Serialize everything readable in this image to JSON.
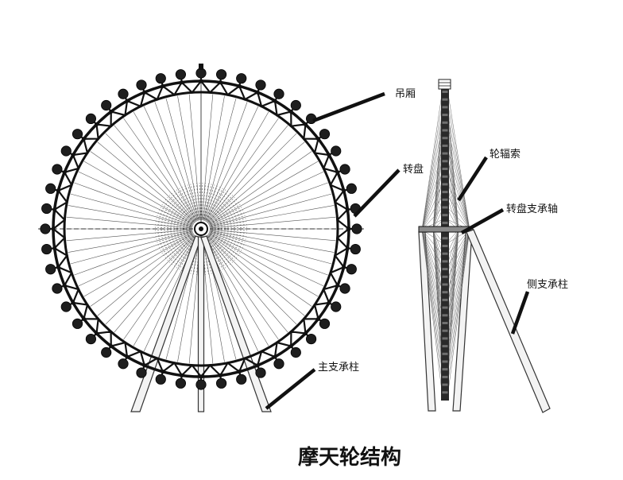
{
  "title": "摩天轮结构",
  "front_view": {
    "labels": {
      "gondola": "吊厢",
      "turntable": "转盘",
      "main_support_column": "主支承柱"
    }
  },
  "side_view": {
    "labels": {
      "spoke_cable": "轮辐索",
      "turntable_axle": "转盘支承轴",
      "side_support_column": "侧支承柱"
    }
  },
  "colors": {
    "line": "#111111",
    "background": "#ffffff"
  }
}
